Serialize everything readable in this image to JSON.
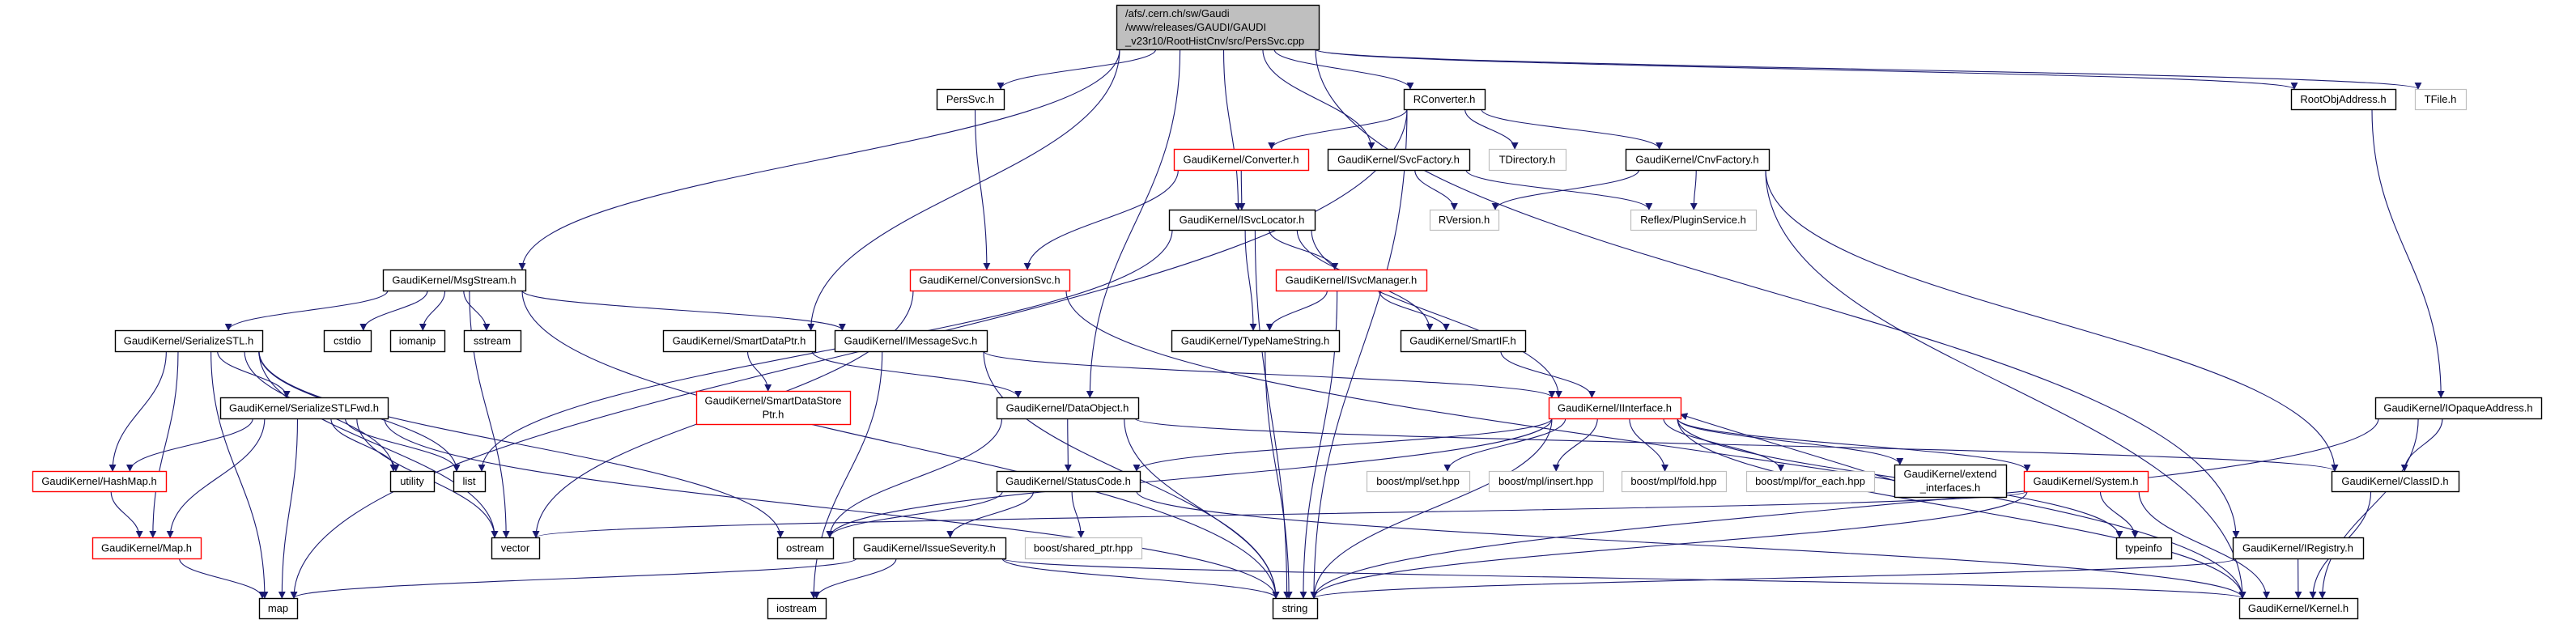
{
  "colors": {
    "edge": "#191970",
    "root_fill": "#bfbfbf",
    "red_border": "#ff0000",
    "gray_border": "#bfbfbf",
    "normal_border": "#000000"
  },
  "nodes": [
    {
      "id": "root",
      "label": [
        "/afs/.cern.ch/sw/Gaudi",
        "/www/releases/GAUDI/GAUDI",
        "_v23r10/RootHistCnv/src/PersSvc.cpp"
      ],
      "style": "root"
    },
    {
      "id": "perssvc",
      "label": [
        "PersSvc.h"
      ],
      "style": "normal"
    },
    {
      "id": "rconverter",
      "label": [
        "RConverter.h"
      ],
      "style": "normal"
    },
    {
      "id": "rootobjaddress",
      "label": [
        "RootObjAddress.h"
      ],
      "style": "normal"
    },
    {
      "id": "tfile",
      "label": [
        "TFile.h"
      ],
      "style": "gray"
    },
    {
      "id": "converter",
      "label": [
        "GaudiKernel/Converter.h"
      ],
      "style": "red"
    },
    {
      "id": "svcfactory",
      "label": [
        "GaudiKernel/SvcFactory.h"
      ],
      "style": "normal"
    },
    {
      "id": "tdirectory",
      "label": [
        "TDirectory.h"
      ],
      "style": "gray"
    },
    {
      "id": "cnvfactory",
      "label": [
        "GaudiKernel/CnvFactory.h"
      ],
      "style": "normal"
    },
    {
      "id": "isvclocator",
      "label": [
        "GaudiKernel/ISvcLocator.h"
      ],
      "style": "normal"
    },
    {
      "id": "rversion",
      "label": [
        "RVersion.h"
      ],
      "style": "gray"
    },
    {
      "id": "pluginservice",
      "label": [
        "Reflex/PluginService.h"
      ],
      "style": "gray"
    },
    {
      "id": "msgstream",
      "label": [
        "GaudiKernel/MsgStream.h"
      ],
      "style": "normal"
    },
    {
      "id": "conversionsvc",
      "label": [
        "GaudiKernel/ConversionSvc.h"
      ],
      "style": "red"
    },
    {
      "id": "isvcmanager",
      "label": [
        "GaudiKernel/ISvcManager.h"
      ],
      "style": "red"
    },
    {
      "id": "serializestl",
      "label": [
        "GaudiKernel/SerializeSTL.h"
      ],
      "style": "normal"
    },
    {
      "id": "cstdio",
      "label": [
        "cstdio"
      ],
      "style": "normal"
    },
    {
      "id": "iomanip",
      "label": [
        "iomanip"
      ],
      "style": "normal"
    },
    {
      "id": "sstream",
      "label": [
        "sstream"
      ],
      "style": "normal"
    },
    {
      "id": "smartdataptr",
      "label": [
        "GaudiKernel/SmartDataPtr.h"
      ],
      "style": "normal"
    },
    {
      "id": "imessagesvc",
      "label": [
        "GaudiKernel/IMessageSvc.h"
      ],
      "style": "normal"
    },
    {
      "id": "typenamestring",
      "label": [
        "GaudiKernel/TypeNameString.h"
      ],
      "style": "normal"
    },
    {
      "id": "smartif",
      "label": [
        "GaudiKernel/SmartIF.h"
      ],
      "style": "normal"
    },
    {
      "id": "serializestlfwd",
      "label": [
        "GaudiKernel/SerializeSTLFwd.h"
      ],
      "style": "normal"
    },
    {
      "id": "smartdatastoreptr",
      "label": [
        "GaudiKernel/SmartDataStore",
        "Ptr.h"
      ],
      "style": "red"
    },
    {
      "id": "dataobject",
      "label": [
        "GaudiKernel/DataObject.h"
      ],
      "style": "normal"
    },
    {
      "id": "iinterface",
      "label": [
        "GaudiKernel/IInterface.h"
      ],
      "style": "red"
    },
    {
      "id": "iopaqueaddress",
      "label": [
        "GaudiKernel/IOpaqueAddress.h"
      ],
      "style": "normal"
    },
    {
      "id": "hashmap",
      "label": [
        "GaudiKernel/HashMap.h"
      ],
      "style": "red"
    },
    {
      "id": "utility",
      "label": [
        "utility"
      ],
      "style": "normal"
    },
    {
      "id": "list",
      "label": [
        "list"
      ],
      "style": "normal"
    },
    {
      "id": "statuscode",
      "label": [
        "GaudiKernel/StatusCode.h"
      ],
      "style": "normal"
    },
    {
      "id": "mplset",
      "label": [
        "boost/mpl/set.hpp"
      ],
      "style": "gray"
    },
    {
      "id": "mplinsert",
      "label": [
        "boost/mpl/insert.hpp"
      ],
      "style": "gray"
    },
    {
      "id": "mplfold",
      "label": [
        "boost/mpl/fold.hpp"
      ],
      "style": "gray"
    },
    {
      "id": "mplforeach",
      "label": [
        "boost/mpl/for_each.hpp"
      ],
      "style": "gray"
    },
    {
      "id": "extendinterfaces",
      "label": [
        "GaudiKernel/extend",
        "_interfaces.h"
      ],
      "style": "normal"
    },
    {
      "id": "system",
      "label": [
        "GaudiKernel/System.h"
      ],
      "style": "red"
    },
    {
      "id": "classid",
      "label": [
        "GaudiKernel/ClassID.h"
      ],
      "style": "normal"
    },
    {
      "id": "maph",
      "label": [
        "GaudiKernel/Map.h"
      ],
      "style": "red"
    },
    {
      "id": "vector",
      "label": [
        "vector"
      ],
      "style": "normal"
    },
    {
      "id": "ostream",
      "label": [
        "ostream"
      ],
      "style": "normal"
    },
    {
      "id": "issueseverity",
      "label": [
        "GaudiKernel/IssueSeverity.h"
      ],
      "style": "normal"
    },
    {
      "id": "sharedptr",
      "label": [
        "boost/shared_ptr.hpp"
      ],
      "style": "gray"
    },
    {
      "id": "typeinfo",
      "label": [
        "typeinfo"
      ],
      "style": "normal"
    },
    {
      "id": "iregistry",
      "label": [
        "GaudiKernel/IRegistry.h"
      ],
      "style": "normal"
    },
    {
      "id": "map",
      "label": [
        "map"
      ],
      "style": "normal"
    },
    {
      "id": "iostream",
      "label": [
        "iostream"
      ],
      "style": "normal"
    },
    {
      "id": "string",
      "label": [
        "string"
      ],
      "style": "normal"
    },
    {
      "id": "kernel",
      "label": [
        "GaudiKernel/Kernel.h"
      ],
      "style": "normal"
    }
  ],
  "edges": [
    [
      "root",
      "perssvc"
    ],
    [
      "root",
      "rconverter"
    ],
    [
      "root",
      "msgstream"
    ],
    [
      "root",
      "smartdataptr"
    ],
    [
      "root",
      "dataobject"
    ],
    [
      "root",
      "isvclocator"
    ],
    [
      "root",
      "svcfactory"
    ],
    [
      "root",
      "rootobjaddress"
    ],
    [
      "root",
      "tfile"
    ],
    [
      "root",
      "iregistry"
    ],
    [
      "perssvc",
      "conversionsvc"
    ],
    [
      "rconverter",
      "converter"
    ],
    [
      "rconverter",
      "tdirectory"
    ],
    [
      "rconverter",
      "cnvfactory"
    ],
    [
      "rconverter",
      "string"
    ],
    [
      "rconverter",
      "map"
    ],
    [
      "converter",
      "isvclocator"
    ],
    [
      "converter",
      "conversionsvc"
    ],
    [
      "svcfactory",
      "rversion"
    ],
    [
      "svcfactory",
      "pluginservice"
    ],
    [
      "cnvfactory",
      "rversion"
    ],
    [
      "cnvfactory",
      "pluginservice"
    ],
    [
      "cnvfactory",
      "classid"
    ],
    [
      "cnvfactory",
      "kernel"
    ],
    [
      "isvclocator",
      "list"
    ],
    [
      "isvclocator",
      "isvcmanager"
    ],
    [
      "isvclocator",
      "typenamestring"
    ],
    [
      "isvclocator",
      "smartif"
    ],
    [
      "isvclocator",
      "iinterface"
    ],
    [
      "isvclocator",
      "string"
    ],
    [
      "conversionsvc",
      "vector"
    ],
    [
      "conversionsvc",
      "kernel"
    ],
    [
      "msgstream",
      "serializestl"
    ],
    [
      "msgstream",
      "cstdio"
    ],
    [
      "msgstream",
      "iomanip"
    ],
    [
      "msgstream",
      "sstream"
    ],
    [
      "msgstream",
      "imessagesvc"
    ],
    [
      "msgstream",
      "string"
    ],
    [
      "msgstream",
      "vector"
    ],
    [
      "isvcmanager",
      "typenamestring"
    ],
    [
      "isvcmanager",
      "smartif"
    ],
    [
      "isvcmanager",
      "string"
    ],
    [
      "typenamestring",
      "string"
    ],
    [
      "smartif",
      "iinterface"
    ],
    [
      "serializestl",
      "serializestlfwd"
    ],
    [
      "serializestl",
      "hashmap"
    ],
    [
      "serializestl",
      "maph"
    ],
    [
      "serializestl",
      "map"
    ],
    [
      "serializestl",
      "vector"
    ],
    [
      "serializestl",
      "list"
    ],
    [
      "serializestl",
      "utility"
    ],
    [
      "serializestl",
      "ostream"
    ],
    [
      "serializestlfwd",
      "hashmap"
    ],
    [
      "serializestlfwd",
      "maph"
    ],
    [
      "serializestlfwd",
      "map"
    ],
    [
      "serializestlfwd",
      "vector"
    ],
    [
      "serializestlfwd",
      "utility"
    ],
    [
      "serializestlfwd",
      "list"
    ],
    [
      "serializestlfwd",
      "string"
    ],
    [
      "smartdataptr",
      "smartdatastoreptr"
    ],
    [
      "smartdataptr",
      "dataobject"
    ],
    [
      "imessagesvc",
      "iinterface"
    ],
    [
      "imessagesvc",
      "iostream"
    ],
    [
      "imessagesvc",
      "string"
    ],
    [
      "dataobject",
      "statuscode"
    ],
    [
      "dataobject",
      "ostream"
    ],
    [
      "dataobject",
      "string"
    ],
    [
      "dataobject",
      "classid"
    ],
    [
      "iinterface",
      "statuscode"
    ],
    [
      "iinterface",
      "ostream"
    ],
    [
      "iinterface",
      "mplset"
    ],
    [
      "iinterface",
      "mplinsert"
    ],
    [
      "iinterface",
      "mplfold"
    ],
    [
      "iinterface",
      "mplforeach"
    ],
    [
      "iinterface",
      "extendinterfaces"
    ],
    [
      "iinterface",
      "system"
    ],
    [
      "iinterface",
      "typeinfo"
    ],
    [
      "iinterface",
      "kernel"
    ],
    [
      "iinterface",
      "string"
    ],
    [
      "extendinterfaces",
      "iinterface"
    ],
    [
      "statuscode",
      "ostream"
    ],
    [
      "statuscode",
      "issueseverity"
    ],
    [
      "statuscode",
      "sharedptr"
    ],
    [
      "statuscode",
      "kernel"
    ],
    [
      "issueseverity",
      "map"
    ],
    [
      "issueseverity",
      "string"
    ],
    [
      "issueseverity",
      "iostream"
    ],
    [
      "issueseverity",
      "kernel"
    ],
    [
      "hashmap",
      "maph"
    ],
    [
      "maph",
      "map"
    ],
    [
      "system",
      "vector"
    ],
    [
      "system",
      "string"
    ],
    [
      "system",
      "typeinfo"
    ],
    [
      "system",
      "kernel"
    ],
    [
      "iregistry",
      "string"
    ],
    [
      "iregistry",
      "kernel"
    ],
    [
      "classid",
      "kernel"
    ],
    [
      "iopaqueaddress",
      "classid"
    ],
    [
      "iopaqueaddress",
      "kernel"
    ],
    [
      "iopaqueaddress",
      "string"
    ],
    [
      "rootobjaddress",
      "iopaqueaddress"
    ]
  ]
}
